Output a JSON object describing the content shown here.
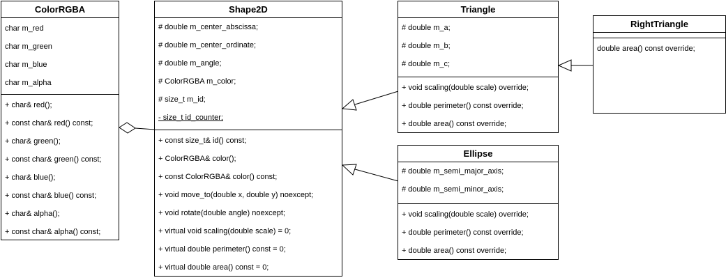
{
  "classes": {
    "colorrgba": {
      "name": "ColorRGBA",
      "attributes": [
        "char m_red",
        "char m_green",
        "char m_blue",
        "char m_alpha"
      ],
      "methods": [
        "+ char& red();",
        "+ const char& red() const;",
        "+ char& green();",
        "+ const char& green() const;",
        "+ char& blue();",
        "+ const char& blue() const;",
        "+ char& alpha();",
        "+ const char& alpha() const;"
      ]
    },
    "shape2d": {
      "name": "Shape2D",
      "attributes": [
        "# double m_center_abscissa;",
        "# double m_center_ordinate;",
        "# double m_angle;",
        "# ColorRGBA m_color;",
        "# size_t m_id;",
        "- size_t id_counter;"
      ],
      "methods": [
        "+ const size_t& id() const;",
        "+ ColorRGBA& color();",
        "+ const ColorRGBA& color() const;",
        "+ void move_to(double x, double y) noexcept;",
        "+ void rotate(double angle) noexcept;",
        "+ virtual void scaling(double scale) = 0;",
        "+ virtual double perimeter() const = 0;",
        "+ virtual double area() const = 0;"
      ]
    },
    "triangle": {
      "name": "Triangle",
      "attributes": [
        "# double m_a;",
        "# double m_b;",
        "# double m_c;"
      ],
      "methods": [
        "+ void scaling(double scale) override;",
        "+ double perimeter() const override;",
        "+ double area() const override;"
      ]
    },
    "ellipse": {
      "name": "Ellipse",
      "attributes": [
        "# double m_semi_major_axis;",
        "# double m_semi_minor_axis;"
      ],
      "methods": [
        "+ void scaling(double scale) override;",
        "+ double perimeter() const override;",
        "+ double area() const override;"
      ]
    },
    "righttriangle": {
      "name": "RightTriangle",
      "attributes": [],
      "methods": [
        "double area() const override;"
      ]
    }
  },
  "relations": [
    {
      "type": "aggregation",
      "from": "shape2d",
      "to": "colorrgba"
    },
    {
      "type": "inheritance",
      "from": "triangle",
      "to": "shape2d"
    },
    {
      "type": "inheritance",
      "from": "ellipse",
      "to": "shape2d"
    },
    {
      "type": "inheritance",
      "from": "righttriangle",
      "to": "triangle"
    }
  ]
}
